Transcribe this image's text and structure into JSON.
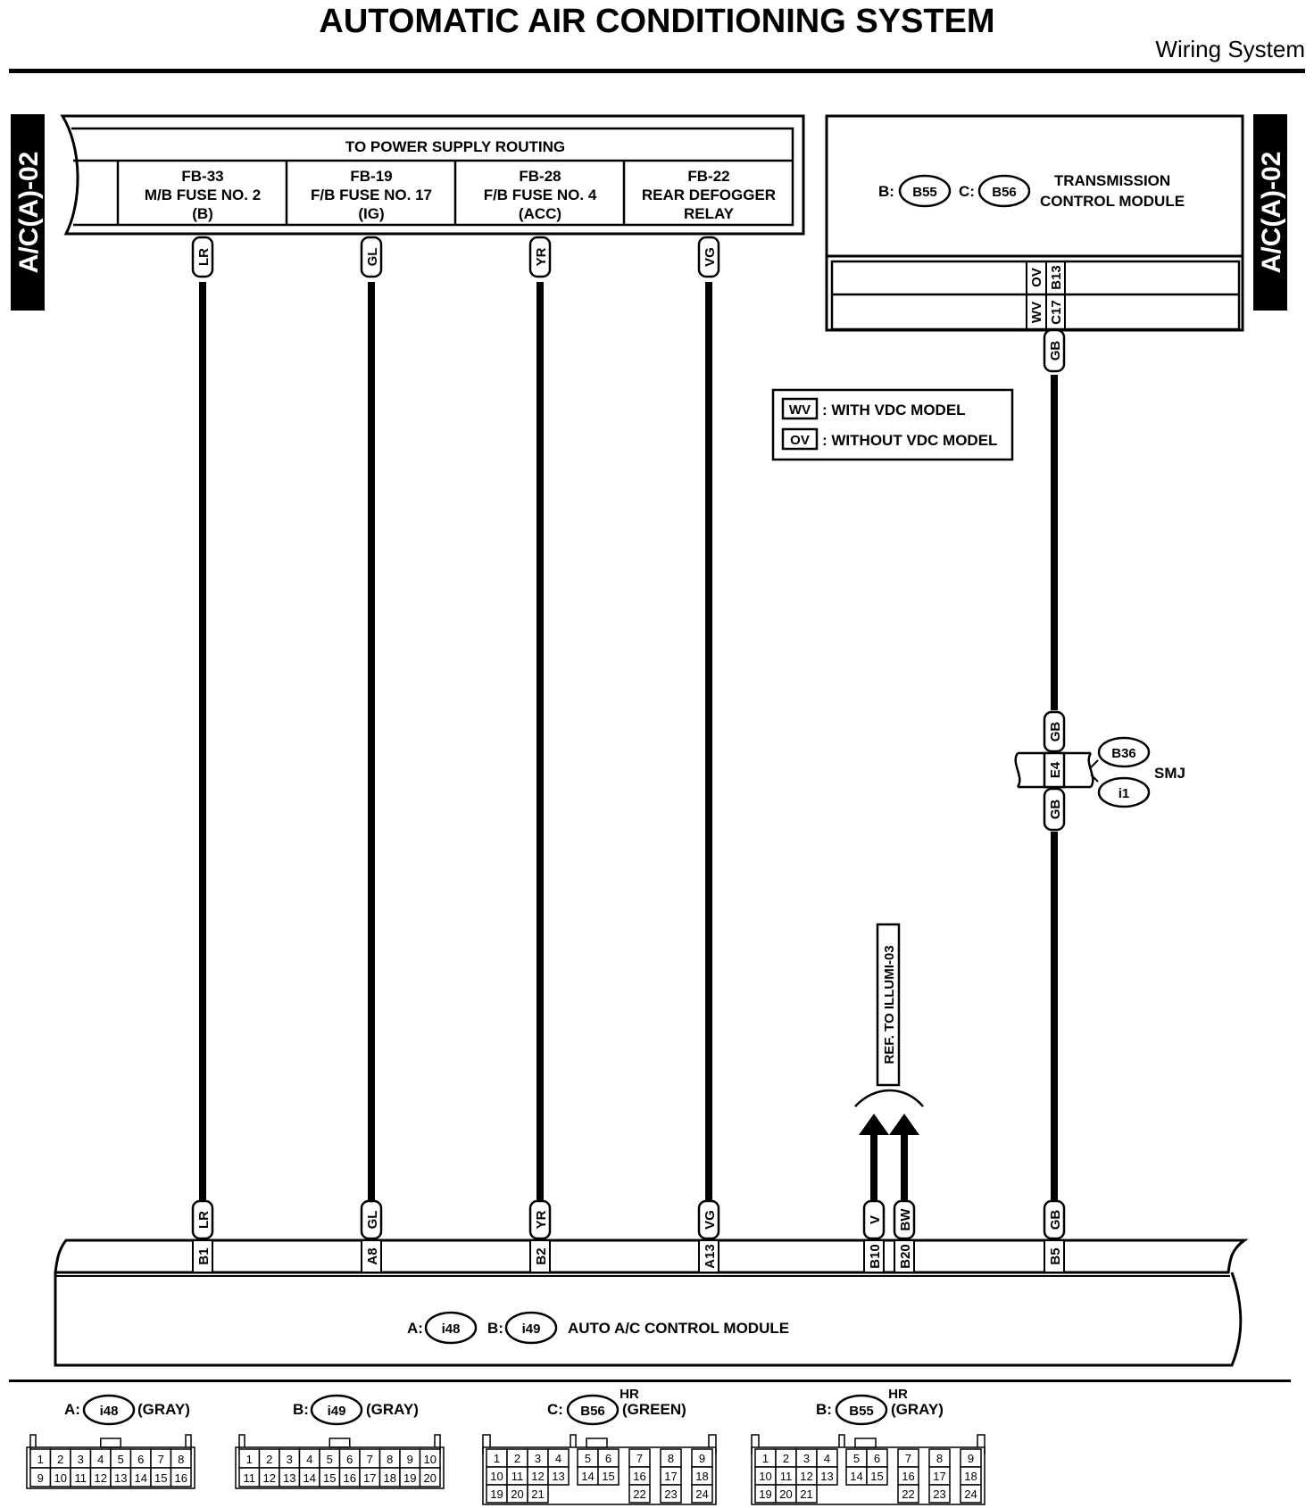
{
  "header": {
    "title": "AUTOMATIC AIR CONDITIONING SYSTEM",
    "subtitle": "Wiring System"
  },
  "side_tag": {
    "left": "A/C(A)-02",
    "right": "A/C(A)-02"
  },
  "power_supply": {
    "header": "TO POWER SUPPLY ROUTING",
    "fuses": [
      {
        "lines": [
          "FB-33",
          "M/B FUSE NO. 2",
          "(B)"
        ]
      },
      {
        "lines": [
          "FB-19",
          "F/B FUSE NO. 17",
          "(IG)"
        ]
      },
      {
        "lines": [
          "FB-28",
          "F/B FUSE NO. 4",
          "(ACC)"
        ]
      },
      {
        "lines": [
          "FB-22",
          "REAR DEFOGGER",
          "RELAY"
        ]
      }
    ]
  },
  "tcm": {
    "prefix_b": "B:",
    "conn_b": "B55",
    "prefix_c": "C:",
    "conn_c": "B56",
    "name_line1": "TRANSMISSION",
    "name_line2": "CONTROL MODULE",
    "row1": {
      "model": "OV",
      "pin": "B13"
    },
    "row2": {
      "model": "WV",
      "pin": "C17"
    }
  },
  "legend": [
    {
      "code": "WV",
      "text": ": WITH VDC MODEL"
    },
    {
      "code": "OV",
      "text": ": WITHOUT VDC MODEL"
    }
  ],
  "wires": [
    {
      "color": "LR",
      "pin": "B1"
    },
    {
      "color": "GL",
      "pin": "A8"
    },
    {
      "color": "YR",
      "pin": "B2"
    },
    {
      "color": "VG",
      "pin": "A13"
    },
    {
      "color": "V",
      "pin": "B10"
    },
    {
      "color": "BW",
      "pin": "B20"
    },
    {
      "color": "GB",
      "pin": "B5"
    }
  ],
  "tcm_wire_color": "GB",
  "smj": {
    "wire_top": "GB",
    "pin": "E4",
    "wire_bottom": "GB",
    "conn_top": "B36",
    "conn_bottom": "i1",
    "label": "SMJ"
  },
  "ref": "REF. TO ILLUMI-03",
  "ac_module": {
    "prefix_a": "A:",
    "conn_a": "i48",
    "prefix_b": "B:",
    "conn_b": "i49",
    "name": "AUTO A/C CONTROL MODULE"
  },
  "connectors": [
    {
      "prefix": "A:",
      "id": "i48",
      "note": "(GRAY)",
      "hr": "",
      "type": "16"
    },
    {
      "prefix": "B:",
      "id": "i49",
      "note": "(GRAY)",
      "hr": "",
      "type": "20"
    },
    {
      "prefix": "C:",
      "id": "B56",
      "note": "(GREEN)",
      "hr": "HR",
      "type": "24"
    },
    {
      "prefix": "B:",
      "id": "B55",
      "note": "(GRAY)",
      "hr": "HR",
      "type": "24"
    }
  ]
}
